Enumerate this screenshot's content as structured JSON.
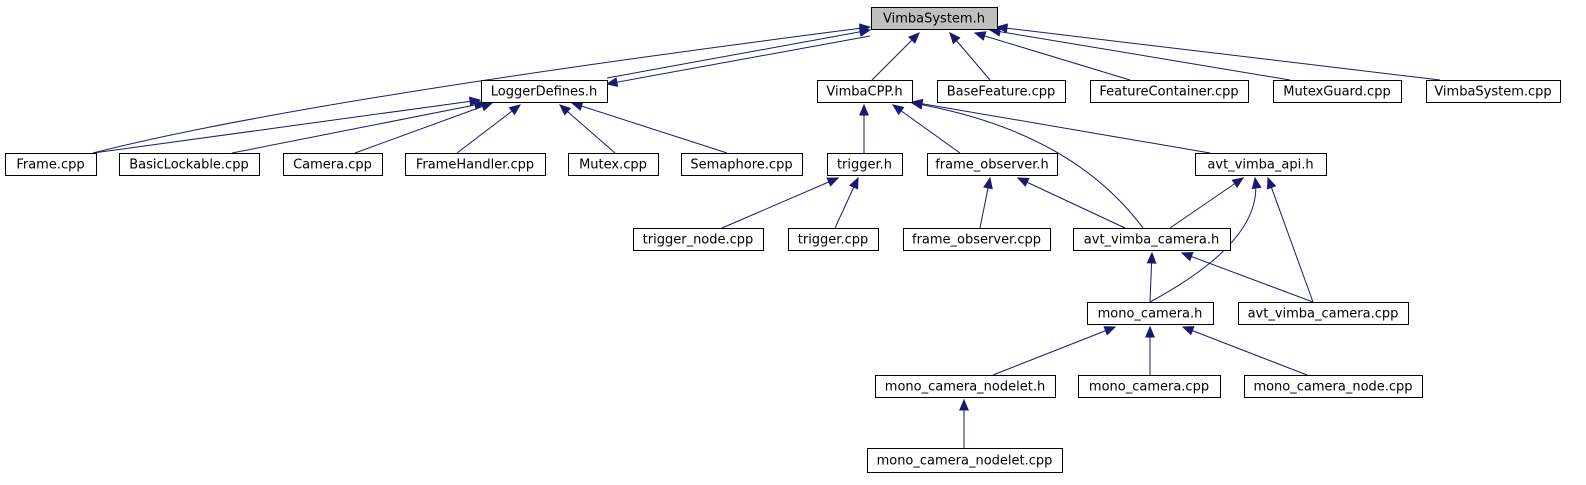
{
  "diagram": {
    "nodes": [
      {
        "id": "vimba_system_h",
        "label": "VimbaSystem.h",
        "root": true
      },
      {
        "id": "logger_defines_h",
        "label": "LoggerDefines.h"
      },
      {
        "id": "vimba_cpp_h",
        "label": "VimbaCPP.h"
      },
      {
        "id": "base_feature_cpp",
        "label": "BaseFeature.cpp"
      },
      {
        "id": "feature_container_cpp",
        "label": "FeatureContainer.cpp"
      },
      {
        "id": "mutex_guard_cpp",
        "label": "MutexGuard.cpp"
      },
      {
        "id": "vimba_system_cpp",
        "label": "VimbaSystem.cpp"
      },
      {
        "id": "frame_cpp",
        "label": "Frame.cpp"
      },
      {
        "id": "basic_lockable_cpp",
        "label": "BasicLockable.cpp"
      },
      {
        "id": "camera_cpp",
        "label": "Camera.cpp"
      },
      {
        "id": "frame_handler_cpp",
        "label": "FrameHandler.cpp"
      },
      {
        "id": "mutex_cpp",
        "label": "Mutex.cpp"
      },
      {
        "id": "semaphore_cpp",
        "label": "Semaphore.cpp"
      },
      {
        "id": "trigger_h",
        "label": "trigger.h"
      },
      {
        "id": "frame_observer_h",
        "label": "frame_observer.h"
      },
      {
        "id": "avt_vimba_api_h",
        "label": "avt_vimba_api.h"
      },
      {
        "id": "trigger_node_cpp",
        "label": "trigger_node.cpp"
      },
      {
        "id": "trigger_cpp",
        "label": "trigger.cpp"
      },
      {
        "id": "frame_observer_cpp",
        "label": "frame_observer.cpp"
      },
      {
        "id": "avt_vimba_camera_h",
        "label": "avt_vimba_camera.h"
      },
      {
        "id": "mono_camera_h",
        "label": "mono_camera.h"
      },
      {
        "id": "avt_vimba_camera_cpp",
        "label": "avt_vimba_camera.cpp"
      },
      {
        "id": "mono_camera_nodelet_h",
        "label": "mono_camera_nodelet.h"
      },
      {
        "id": "mono_camera_cpp",
        "label": "mono_camera.cpp"
      },
      {
        "id": "mono_camera_node_cpp",
        "label": "mono_camera_node.cpp"
      },
      {
        "id": "mono_camera_nodelet_cpp",
        "label": "mono_camera_nodelet.cpp"
      }
    ],
    "edges": [
      {
        "from": "frame_cpp",
        "to": "vimba_system_h"
      },
      {
        "from": "logger_defines_h",
        "to": "vimba_system_h"
      },
      {
        "from": "vimba_system_h",
        "to": "logger_defines_h"
      },
      {
        "from": "vimba_cpp_h",
        "to": "vimba_system_h"
      },
      {
        "from": "base_feature_cpp",
        "to": "vimba_system_h"
      },
      {
        "from": "feature_container_cpp",
        "to": "vimba_system_h"
      },
      {
        "from": "mutex_guard_cpp",
        "to": "vimba_system_h"
      },
      {
        "from": "vimba_system_cpp",
        "to": "vimba_system_h"
      },
      {
        "from": "frame_cpp",
        "to": "logger_defines_h"
      },
      {
        "from": "basic_lockable_cpp",
        "to": "logger_defines_h"
      },
      {
        "from": "camera_cpp",
        "to": "logger_defines_h"
      },
      {
        "from": "frame_handler_cpp",
        "to": "logger_defines_h"
      },
      {
        "from": "mutex_cpp",
        "to": "logger_defines_h"
      },
      {
        "from": "semaphore_cpp",
        "to": "logger_defines_h"
      },
      {
        "from": "trigger_h",
        "to": "vimba_cpp_h"
      },
      {
        "from": "frame_observer_h",
        "to": "vimba_cpp_h"
      },
      {
        "from": "avt_vimba_api_h",
        "to": "vimba_cpp_h"
      },
      {
        "from": "avt_vimba_camera_h",
        "to": "vimba_cpp_h"
      },
      {
        "from": "trigger_node_cpp",
        "to": "trigger_h"
      },
      {
        "from": "trigger_cpp",
        "to": "trigger_h"
      },
      {
        "from": "frame_observer_cpp",
        "to": "frame_observer_h"
      },
      {
        "from": "avt_vimba_camera_h",
        "to": "frame_observer_h"
      },
      {
        "from": "avt_vimba_camera_h",
        "to": "avt_vimba_api_h"
      },
      {
        "from": "mono_camera_h",
        "to": "avt_vimba_api_h"
      },
      {
        "from": "avt_vimba_camera_cpp",
        "to": "avt_vimba_api_h"
      },
      {
        "from": "mono_camera_h",
        "to": "avt_vimba_camera_h"
      },
      {
        "from": "avt_vimba_camera_cpp",
        "to": "avt_vimba_camera_h"
      },
      {
        "from": "mono_camera_nodelet_h",
        "to": "mono_camera_h"
      },
      {
        "from": "mono_camera_cpp",
        "to": "mono_camera_h"
      },
      {
        "from": "mono_camera_node_cpp",
        "to": "mono_camera_h"
      },
      {
        "from": "mono_camera_nodelet_cpp",
        "to": "mono_camera_nodelet_h"
      }
    ]
  },
  "colors": {
    "edge": "#191970",
    "root_fill": "#bfbfbf",
    "node_fill": "#ffffff",
    "node_stroke": "#000000"
  }
}
